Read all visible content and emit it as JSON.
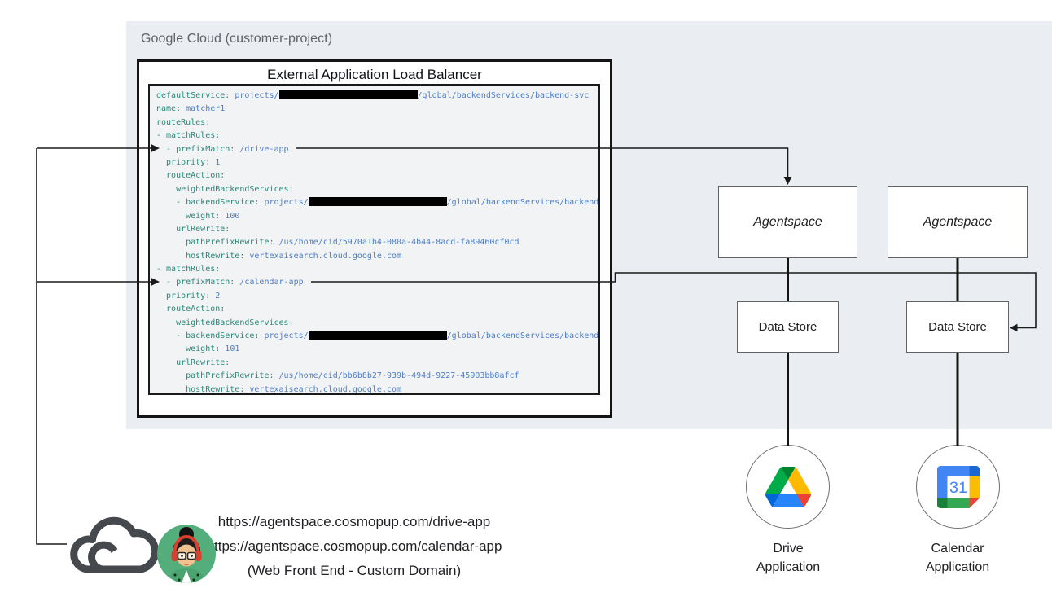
{
  "container": {
    "label": "Google Cloud (customer-project)"
  },
  "load_balancer": {
    "title": "External Application Load Balancer"
  },
  "code": {
    "lines": [
      [
        {
          "t": "k",
          "s": "defaultService:"
        },
        {
          "t": "v",
          "s": " projects/"
        },
        {
          "t": "r",
          "s": ""
        },
        {
          "t": "v",
          "s": "/global/backendServices/backend-svc"
        }
      ],
      [
        {
          "t": "k",
          "s": "name:"
        },
        {
          "t": "v",
          "s": " matcher1"
        }
      ],
      [
        {
          "t": "k",
          "s": "routeRules:"
        }
      ],
      [
        {
          "t": "k",
          "s": "- matchRules:"
        }
      ],
      [
        {
          "t": "k",
          "s": "  - prefixMatch:"
        },
        {
          "t": "v",
          "s": " /drive-app"
        }
      ],
      [
        {
          "t": "k",
          "s": "  priority:"
        },
        {
          "t": "v",
          "s": " 1"
        }
      ],
      [
        {
          "t": "k",
          "s": "  routeAction:"
        }
      ],
      [
        {
          "t": "k",
          "s": "    weightedBackendServices:"
        }
      ],
      [
        {
          "t": "k",
          "s": "    - backendService:"
        },
        {
          "t": "v",
          "s": " projects/"
        },
        {
          "t": "r",
          "s": ""
        },
        {
          "t": "v",
          "s": "/global/backendServices/backend-svc"
        }
      ],
      [
        {
          "t": "k",
          "s": "      weight:"
        },
        {
          "t": "v",
          "s": " 100"
        }
      ],
      [
        {
          "t": "k",
          "s": "    urlRewrite:"
        }
      ],
      [
        {
          "t": "k",
          "s": "      pathPrefixRewrite:"
        },
        {
          "t": "v",
          "s": " /us/home/cid/5970a1b4-080a-4b44-8acd-fa89460cf0cd"
        }
      ],
      [
        {
          "t": "k",
          "s": "      hostRewrite:"
        },
        {
          "t": "v",
          "s": " vertexaisearch.cloud.google.com"
        }
      ],
      [
        {
          "t": "k",
          "s": "- matchRules:"
        }
      ],
      [
        {
          "t": "k",
          "s": "  - prefixMatch:"
        },
        {
          "t": "v",
          "s": " /calendar-app"
        }
      ],
      [
        {
          "t": "k",
          "s": "  priority:"
        },
        {
          "t": "v",
          "s": " 2"
        }
      ],
      [
        {
          "t": "k",
          "s": "  routeAction:"
        }
      ],
      [
        {
          "t": "k",
          "s": "    weightedBackendServices:"
        }
      ],
      [
        {
          "t": "k",
          "s": "    - backendService:"
        },
        {
          "t": "v",
          "s": " projects/"
        },
        {
          "t": "r",
          "s": ""
        },
        {
          "t": "v",
          "s": "/global/backendServices/backend-svc"
        }
      ],
      [
        {
          "t": "k",
          "s": "      weight:"
        },
        {
          "t": "v",
          "s": " 101"
        }
      ],
      [
        {
          "t": "k",
          "s": "    urlRewrite:"
        }
      ],
      [
        {
          "t": "k",
          "s": "      pathPrefixRewrite:"
        },
        {
          "t": "v",
          "s": " /us/home/cid/bb6b8b27-939b-494d-9227-45903bb8afcf"
        }
      ],
      [
        {
          "t": "k",
          "s": "      hostRewrite:"
        },
        {
          "t": "v",
          "s": " vertexaisearch.cloud.google.com"
        }
      ]
    ]
  },
  "agentspace_drive": {
    "label": "Agentspace"
  },
  "agentspace_calendar": {
    "label": "Agentspace"
  },
  "datastore_drive": {
    "label": "Data Store"
  },
  "datastore_calendar": {
    "label": "Data Store"
  },
  "drive_app": {
    "label_line1": "Drive",
    "label_line2": "Application"
  },
  "calendar_app": {
    "label_line1": "Calendar",
    "label_line2": "Application",
    "calendar_day": "31"
  },
  "frontend": {
    "url_drive": "https://agentspace.cosmopup.com/drive-app",
    "url_calendar": "https://agentspace.cosmopup.com/calendar-app",
    "caption": "(Web Front End - Custom Domain)"
  },
  "colors": {
    "container_bg": "#eaeef2",
    "code_bg": "#f1f3f4",
    "code_key": "#27897b",
    "code_value": "#4d7ec9",
    "drive_green": "#00ac47",
    "drive_dark_green": "#00832d",
    "drive_blue": "#2684fc",
    "drive_dark_blue": "#0066da",
    "drive_yellow": "#ffba00",
    "drive_red": "#ea4335",
    "calendar_blue": "#4285f4",
    "calendar_dark_blue": "#1967d2",
    "calendar_yellow": "#fbbc04",
    "calendar_green": "#34a853",
    "calendar_dark_green": "#188038",
    "calendar_red": "#ea4335"
  }
}
